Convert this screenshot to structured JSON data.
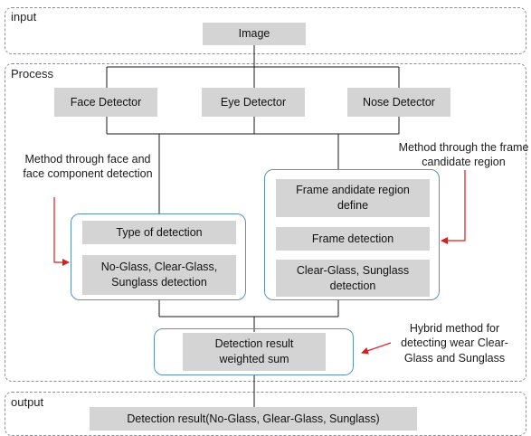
{
  "sections": {
    "input": "input",
    "process": "Process",
    "output": "output"
  },
  "nodes": {
    "image": "Image",
    "face_detector": "Face Detector",
    "eye_detector": "Eye Detector",
    "nose_detector": "Nose Detector",
    "type_of_detection": "Type of detection",
    "glass_detection": "No-Glass, Clear-Glass, Sunglass detection",
    "frame_candidate_define": "Frame andidate region define",
    "frame_detection": "Frame detection",
    "clear_sunglass_detection": "Clear-Glass, Sunglass detection",
    "weighted_sum": "Detection result weighted sum",
    "final_result": "Detection result(No-Glass, Glear-Glass, Sunglass)"
  },
  "notes": {
    "face_component_method": "Method through face and face component detection",
    "frame_candidate_method": "Method through the frame candidate region",
    "hybrid_method": "Hybrid method for detecting wear Clear-Glass and Sunglass"
  },
  "colors": {
    "box_fill": "#d4d4d4",
    "group_border": "#5a93b8",
    "arrow": "#d62020",
    "connector": "#1a1a1a",
    "section_border": "#8a8f96"
  }
}
